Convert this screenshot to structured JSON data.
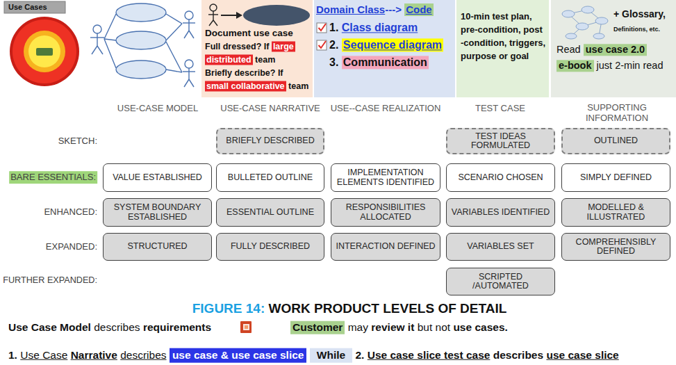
{
  "diagram": {
    "nodes": [
      {
        "text": [
          "Use Cases"
        ]
      },
      {
        "text": [
          "Document use case",
          "Full dressed? If",
          "large",
          "distributed",
          "team",
          "Briefly describe? If",
          "small collaborative",
          "team"
        ]
      },
      {
        "text": [
          "Domain Class",
          "--->",
          "Code",
          "1.",
          "Class diagram",
          "2.",
          "Sequence diagram",
          "3.",
          "Communication"
        ]
      },
      {
        "text": [
          "10-min test plan, pre-condition, post -condition, triggers, purpose or goal"
        ]
      },
      {
        "text": [
          "+ Glossary,",
          "Definitions, etc.",
          "Read",
          "use case 2.0",
          "e-book",
          "just 2-min read"
        ]
      },
      {
        "text": [
          "BRIEFLY DESCRIBED"
        ]
      },
      {
        "text": [
          "TEST IDEAS FORMULATED"
        ]
      },
      {
        "text": [
          "OUTLINED"
        ]
      },
      {
        "text": [
          "VALUE ESTABLISHED"
        ]
      },
      {
        "text": [
          "BULLETED OUTLINE"
        ]
      },
      {
        "text": [
          "IMPLEMENTATION ELEMENTS IDENTIFIED"
        ]
      },
      {
        "text": [
          "SCENARIO CHOSEN"
        ]
      },
      {
        "text": [
          "SIMPLY DEFINED"
        ]
      },
      {
        "text": [
          "SYSTEM BOUNDARY ESTABLISHED"
        ]
      },
      {
        "text": [
          "ESSENTIAL OUTLINE"
        ]
      },
      {
        "text": [
          "RESPONSIBILITIES ALLOCATED"
        ]
      },
      {
        "text": [
          "VARIABLES IDENTIFIED"
        ]
      },
      {
        "text": [
          "MODELLED & ILLUSTRATED"
        ]
      },
      {
        "text": [
          "STRUCTURED"
        ]
      },
      {
        "text": [
          "FULLY DESCRIBED"
        ]
      },
      {
        "text": [
          "INTERACTION DEFINED"
        ]
      },
      {
        "text": [
          "VARIABLES SET"
        ]
      },
      {
        "text": [
          "COMPREHENSIBLY DEFINED"
        ]
      },
      {
        "text": [
          "SCRIPTED /AUTOMATED"
        ]
      }
    ],
    "labels": [
      "USE-CASE MODEL",
      "USE-CASE NARRATIVE",
      "USE--CASE REALIZATION",
      "TEST CASE",
      "SUPPORTING INFORMATION",
      "SKETCH:",
      "BARE ESSENTIALS:",
      "ENHANCED:",
      "EXPANDED:",
      "FURTHER EXPANDED:",
      "FIGURE 14:",
      "WORK PRODUCT LEVELS OF DETAIL",
      "Use Case Model",
      "describes",
      "requirements",
      "Customer",
      "may",
      "review it",
      "but not",
      "use cases.",
      "1.",
      "Use Case",
      "Narrative",
      "describes",
      "use case & use case slice",
      "While",
      "2.",
      "Use case slice test case",
      "describes",
      "use case slice"
    ]
  }
}
